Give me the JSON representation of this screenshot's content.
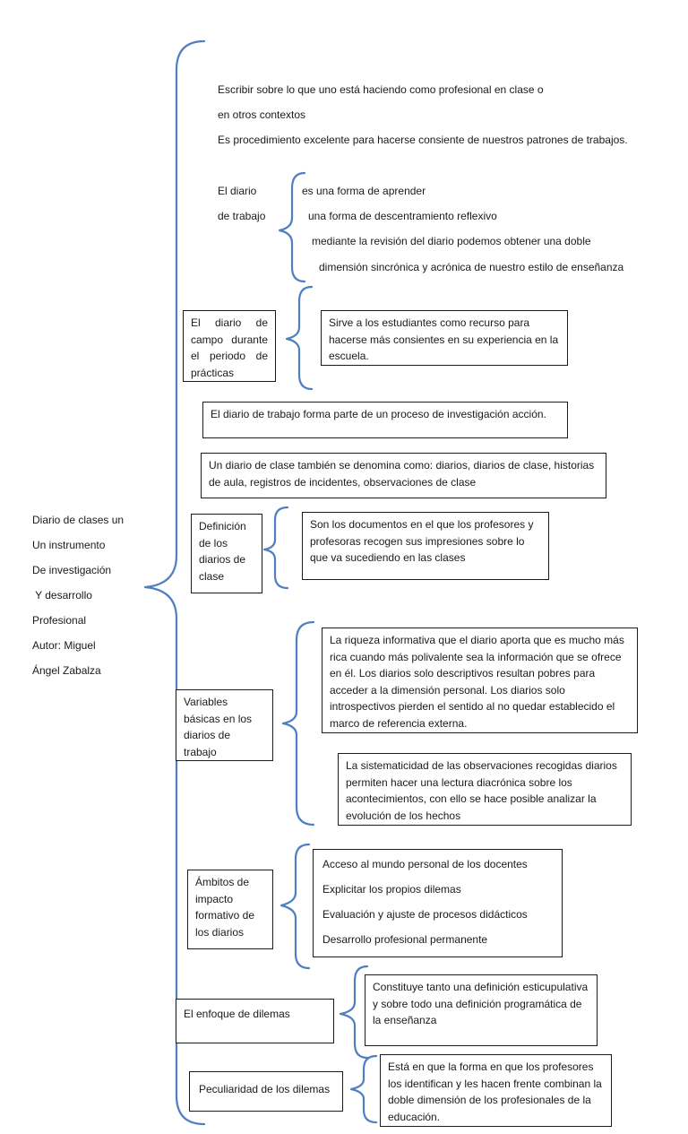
{
  "main_topic": [
    "Diario de clases un",
    "Un instrumento",
    "De investigación",
    " Y desarrollo",
    "Profesional",
    "Autor: Miguel",
    "Ángel Zabalza"
  ],
  "intro": {
    "line1": "Escribir sobre lo que uno está haciendo como profesional  en clase o",
    "line2": "en otros contextos",
    "line3": "Es  procedimiento excelente para hacerse consiente de nuestros patrones de trabajos."
  },
  "diario_trabajo": {
    "label1": "El diario",
    "label2": "de trabajo",
    "items": [
      "es una forma de aprender",
      "una forma de descentramiento reflexivo",
      "mediante la revisión del diario podemos obtener una doble",
      "dimensión sincrónica y acrónica de nuestro estilo de enseñanza"
    ]
  },
  "diario_campo": {
    "label": "El diario de campo durante el periodo de prácticas",
    "detail": "Sirve a los estudiantes como recurso para hacerse más consientes en su experiencia en la escuela."
  },
  "investigacion": "El diario de trabajo forma parte de un proceso de investigación acción.",
  "denominacion": "Un diario de clase también se denomina como: diarios, diarios de clase, historias de aula, registros de incidentes, observaciones de clase",
  "definicion": {
    "label": "Definición de los diarios de clase",
    "detail": "Son los documentos en el que los profesores y profesoras recogen sus impresiones sobre lo que va sucediendo en las clases"
  },
  "variables": {
    "label": "Variables básicas en los diarios de trabajo",
    "detail1": "La riqueza informativa que el diario aporta que es mucho más rica cuando más polivalente sea la información que se ofrece en él. Los diarios solo descriptivos resultan pobres para acceder a la dimensión personal. Los diarios solo introspectivos pierden el sentido al no quedar establecido el marco de referencia externa.",
    "detail2": "La sistematicidad de las observaciones recogidas diarios permiten hacer una lectura diacrónica sobre los acontecimientos, con ello se hace posible analizar la evolución de los hechos"
  },
  "ambitos": {
    "label": "Ámbitos de impacto formativo de los diarios",
    "items": [
      "Acceso al mundo personal de los docentes",
      "Explicitar los propios dilemas",
      "Evaluación y ajuste de procesos didácticos",
      "Desarrollo profesional permanente"
    ]
  },
  "enfoque": {
    "label": "El enfoque de dilemas",
    "detail": "Constituye tanto una definición esticupulativa y sobre todo una definición programática de la enseñanza"
  },
  "peculiaridad": {
    "label": "Peculiaridad de los dilemas",
    "detail": "Está en que la forma en que los profesores los identifican y les hacen frente combinan la doble dimensión de los profesionales de la educación."
  },
  "colors": {
    "brace": "#4f7fc1",
    "text": "#1a1a1a",
    "border": "#1a1a1a"
  }
}
